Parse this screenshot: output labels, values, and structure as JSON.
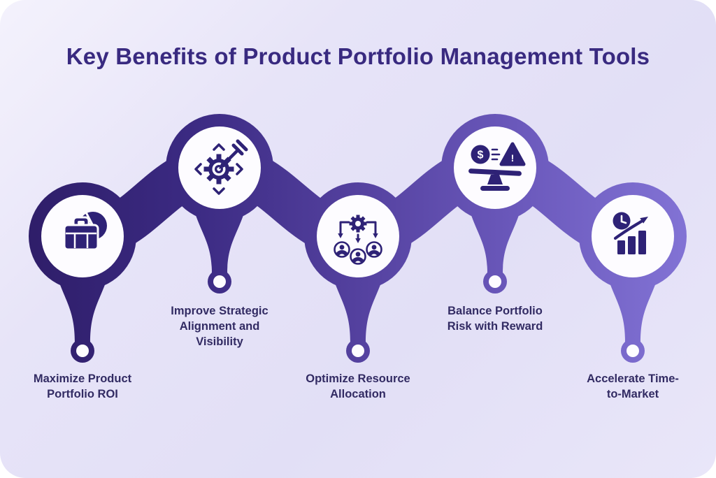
{
  "title": "Key Benefits of Product Portfolio Management Tools",
  "colors": {
    "title_text": "#392a80",
    "label_text": "#322b63",
    "icon": "#2e2276",
    "blob_gradient_start": "#2e1d68",
    "blob_gradient_mid": "#54419f",
    "blob_gradient_end": "#8374d6",
    "node_inner": "#fdfcff",
    "card_background": "#e6e3f8",
    "page_background": "#ffffff"
  },
  "nodes": [
    {
      "icon": "briefcase-pie-chart-icon",
      "label": "Maximize Product Portfolio ROI",
      "lines": [
        "Maximize Product",
        "Portfolio ROI"
      ]
    },
    {
      "icon": "target-gear-dart-icon",
      "label": "Improve Strategic Alignment and Visibility",
      "lines": [
        "Improve Strategic",
        "Alignment and",
        "Visibility"
      ]
    },
    {
      "icon": "gear-people-distribution-icon",
      "label": "Optimize Resource Allocation",
      "lines": [
        "Optimize Resource",
        "Allocation"
      ]
    },
    {
      "icon": "balance-scale-risk-icon",
      "label": "Balance Portfolio Risk with Reward",
      "lines": [
        "Balance Portfolio",
        "Risk with Reward"
      ]
    },
    {
      "icon": "clock-growth-chart-icon",
      "label": "Accelerate Time-to-Market",
      "lines": [
        "Accelerate Time-",
        "to-Market"
      ]
    }
  ]
}
